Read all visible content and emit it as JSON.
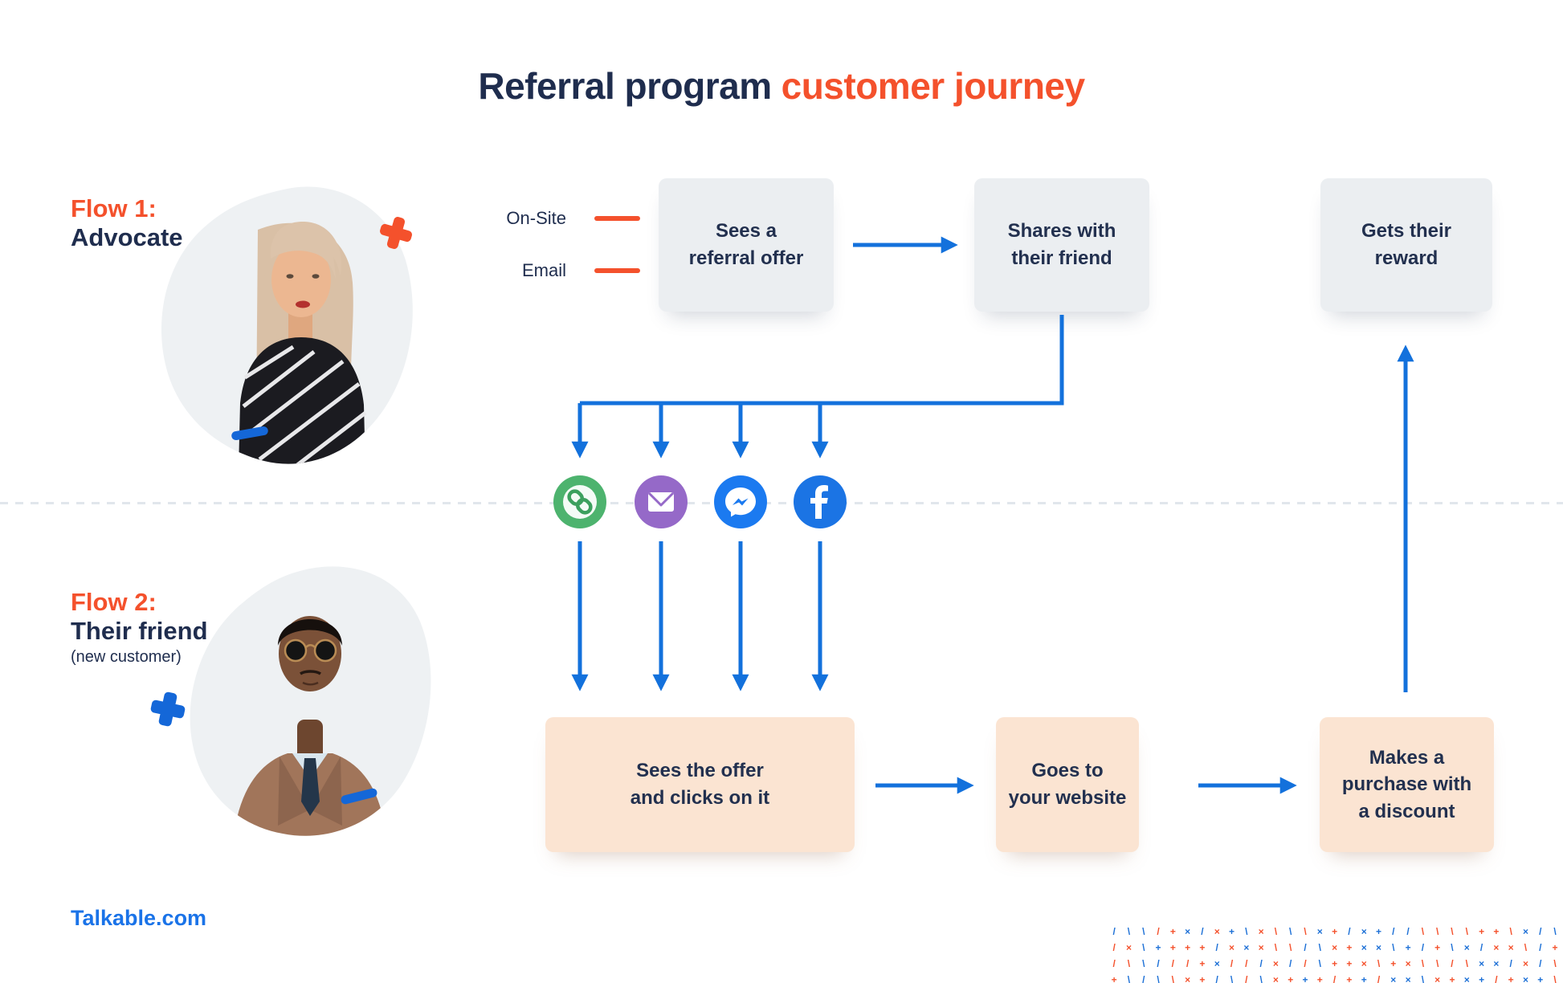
{
  "title": {
    "prefix": "Referral program",
    "highlight": "customer journey"
  },
  "flows": {
    "flow1": {
      "label": "Flow 1:",
      "name": "Advocate"
    },
    "flow2": {
      "label": "Flow 2:",
      "name": "Their friend",
      "subtitle": "(new customer)"
    }
  },
  "channel_labels": {
    "onsite": "On-Site",
    "email": "Email"
  },
  "advocate_steps": [
    {
      "id": "sees-offer",
      "text": "Sees a\nreferral offer"
    },
    {
      "id": "shares-with-friend",
      "text": "Shares with\ntheir friend"
    },
    {
      "id": "gets-reward",
      "text": "Gets their\nreward"
    }
  ],
  "friend_steps": [
    {
      "id": "sees-and-clicks",
      "text": "Sees the offer\nand clicks on it"
    },
    {
      "id": "goes-to-website",
      "text": "Goes to\nyour website"
    },
    {
      "id": "makes-purchase",
      "text": "Makes a\npurchase with\na discount"
    }
  ],
  "share_channels": [
    {
      "id": "link",
      "icon": "link-icon",
      "color": "#4db36e"
    },
    {
      "id": "email",
      "icon": "email-icon",
      "color": "#9569c8"
    },
    {
      "id": "messenger",
      "icon": "messenger-icon",
      "color": "#1b7af0"
    },
    {
      "id": "facebook",
      "icon": "facebook-icon",
      "color": "#1b74e4"
    }
  ],
  "footer": {
    "site": "Talkable.com"
  },
  "colors": {
    "navy": "#1f2d4e",
    "orange": "#f4512c",
    "arrow_blue": "#1371dc",
    "gray_box": "#ebeef1",
    "peach_box": "#fbe4d2",
    "divider": "#e1e6ec",
    "link_blue": "#1a73e8"
  },
  "decor_pattern": {
    "glyphs": [
      "+",
      "×",
      "/",
      "\\"
    ],
    "colors": [
      "#f4512c",
      "#1b6fd6"
    ],
    "rows": 4,
    "cols": 31
  }
}
